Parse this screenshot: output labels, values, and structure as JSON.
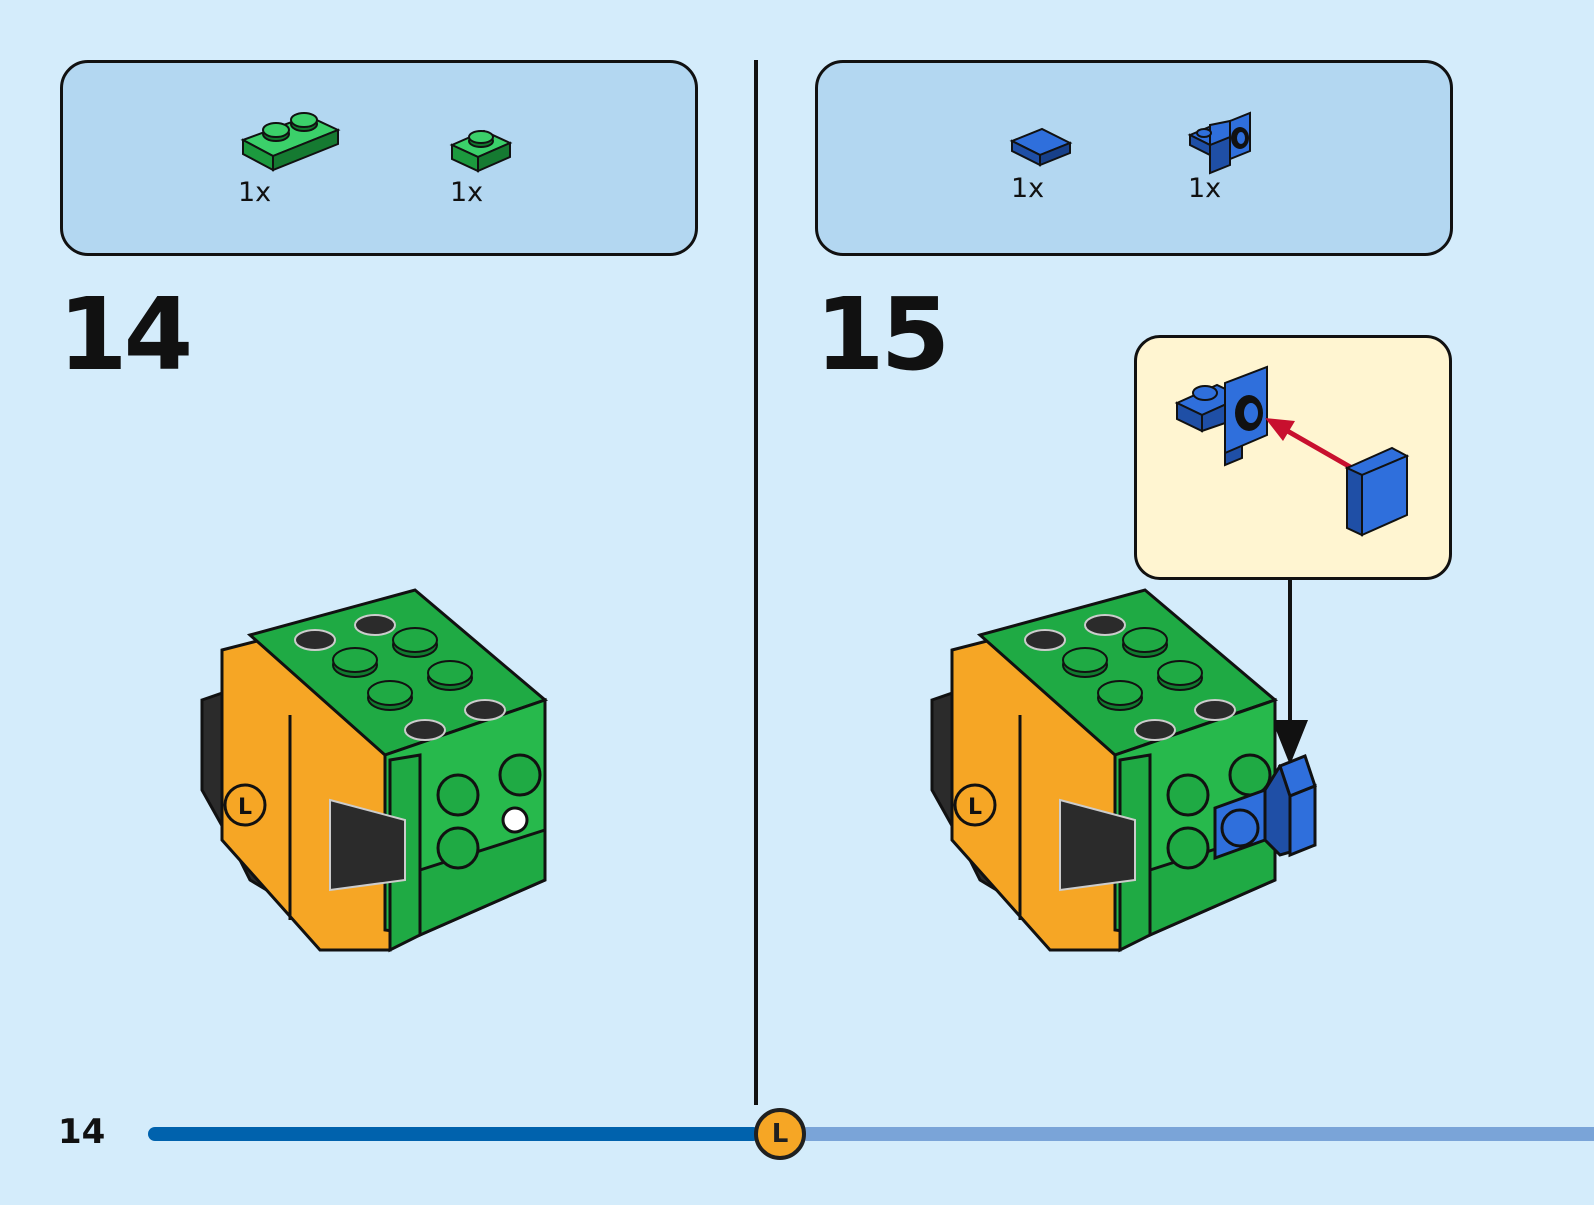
{
  "page_number": "14",
  "footer": {
    "logo_letter": "L"
  },
  "steps": [
    {
      "number": "14",
      "parts": [
        {
          "qty": "1x",
          "icon": "green-plate-1x2-icon"
        },
        {
          "qty": "1x",
          "icon": "green-plate-1x1-icon"
        }
      ]
    },
    {
      "number": "15",
      "parts": [
        {
          "qty": "1x",
          "icon": "blue-tile-1x1-icon"
        },
        {
          "qty": "1x",
          "icon": "blue-bracket-icon"
        }
      ]
    }
  ],
  "colors": {
    "background": "#d4ecfb",
    "parts_box": "#b3d7f1",
    "callout": "#fff5d1",
    "green": "#1faa44",
    "orange": "#f6a625",
    "blue": "#1f5cc4",
    "black": "#2b2b2b",
    "progress_done": "#0062ad",
    "progress_remaining": "#7aa4d8"
  },
  "progress": {
    "fraction": 0.47
  }
}
